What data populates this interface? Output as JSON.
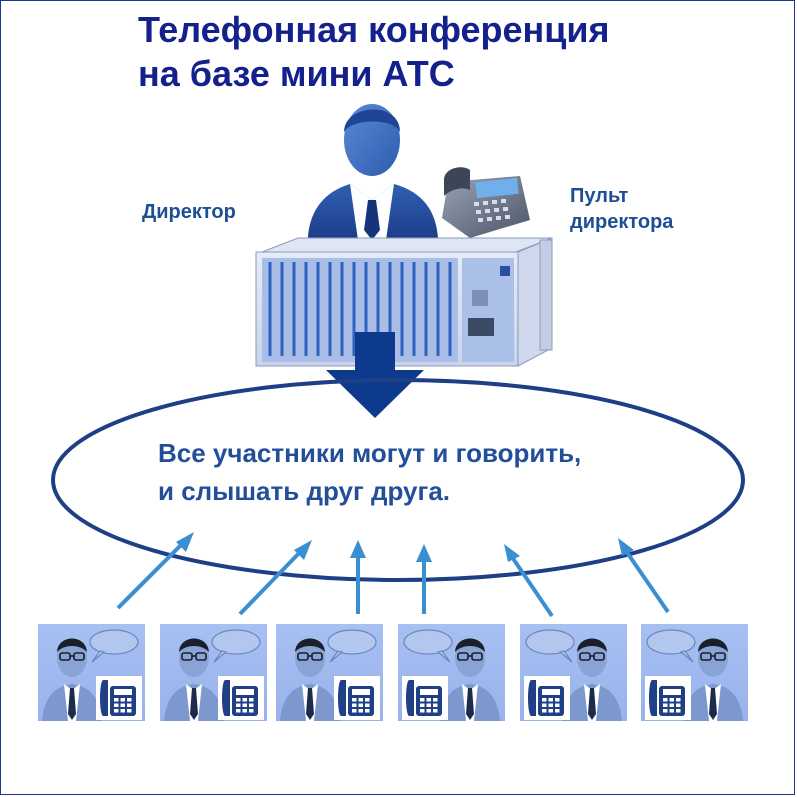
{
  "title": {
    "line1": "Телефонная конференция",
    "line2": "на базе мини АТС"
  },
  "labels": {
    "director": "Директор",
    "console_line1": "Пульт",
    "console_line2": "директора"
  },
  "caption": {
    "line1": "Все участники могут и говорить,",
    "line2": "и слышать друг друга."
  },
  "colors": {
    "title": "#14208c",
    "label": "#1d4f95",
    "caption": "#234f9a",
    "ellipse": "#1e3f86",
    "down_arrow": "#0d3a8c",
    "up_arrows": "#3a8fd0",
    "participant_bg": "#a7c0f2"
  },
  "icons": {
    "director": "businessman-icon",
    "console": "desk-phone-icon",
    "pbx": "pbx-rack-icon",
    "participant": "person-with-speech-bubble-icon",
    "phone": "phone-icon"
  },
  "participants": [
    {
      "id": 1,
      "phone_side": "right"
    },
    {
      "id": 2,
      "phone_side": "right"
    },
    {
      "id": 3,
      "phone_side": "right"
    },
    {
      "id": 4,
      "phone_side": "left"
    },
    {
      "id": 5,
      "phone_side": "left"
    },
    {
      "id": 6,
      "phone_side": "left"
    }
  ]
}
